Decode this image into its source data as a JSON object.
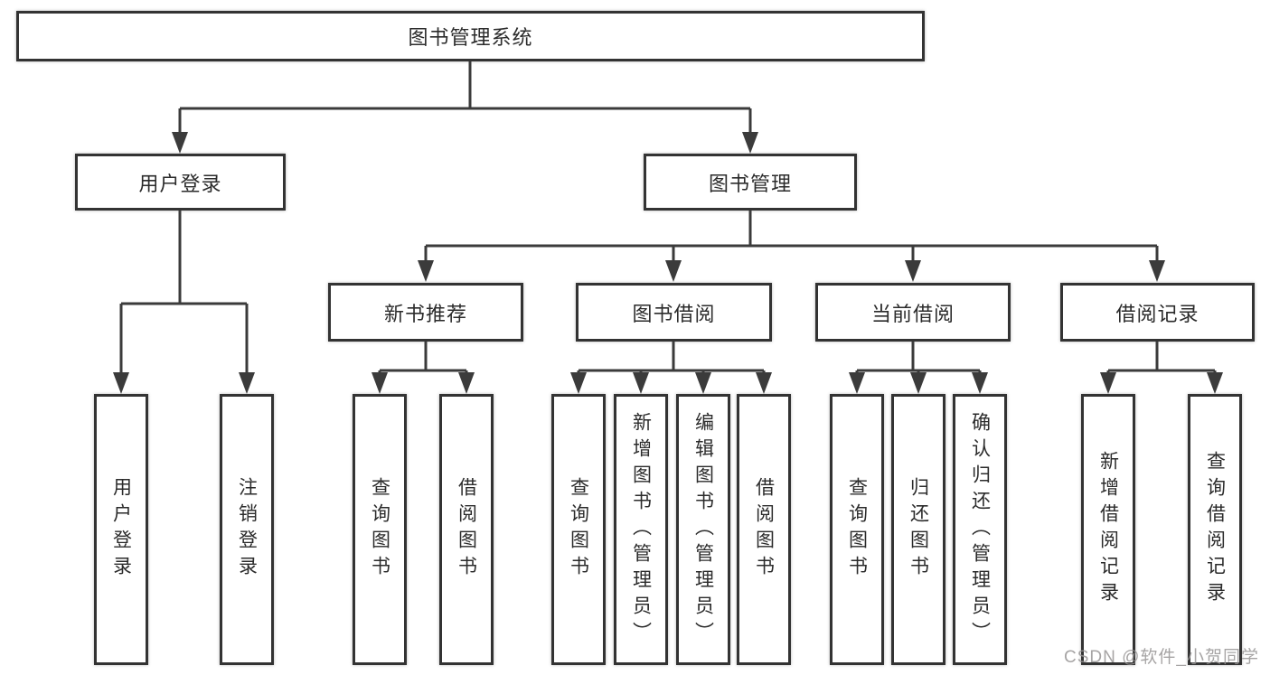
{
  "diagram": {
    "root": {
      "label": "图书管理系统"
    },
    "level2": [
      {
        "id": "user-login",
        "label": "用户登录"
      },
      {
        "id": "book-management",
        "label": "图书管理"
      }
    ],
    "level3": [
      {
        "id": "new-book-recommend",
        "label": "新书推荐"
      },
      {
        "id": "book-borrowing",
        "label": "图书借阅"
      },
      {
        "id": "current-borrowing",
        "label": "当前借阅"
      },
      {
        "id": "borrowing-records",
        "label": "借阅记录"
      }
    ],
    "leaves": [
      {
        "id": "user-login",
        "label": "用户登录"
      },
      {
        "id": "logout",
        "label": "注销登录"
      },
      {
        "id": "query-books-recommend",
        "label": "查询图书"
      },
      {
        "id": "borrow-book-recommend",
        "label": "借阅图书"
      },
      {
        "id": "query-books-borrow",
        "label": "查询图书"
      },
      {
        "id": "add-book-admin",
        "label": "新增图书（管理员）"
      },
      {
        "id": "edit-book-admin",
        "label": "编辑图书（管理员）"
      },
      {
        "id": "borrow-book",
        "label": "借阅图书"
      },
      {
        "id": "query-books-current",
        "label": "查询图书"
      },
      {
        "id": "return-book",
        "label": "归还图书"
      },
      {
        "id": "confirm-return-admin",
        "label": "确认归还（管理员）"
      },
      {
        "id": "add-borrow-record",
        "label": "新增借阅记录"
      },
      {
        "id": "query-borrow-record",
        "label": "查询借阅记录"
      }
    ]
  },
  "watermark": {
    "text": "CSDN @软件_小贺同学"
  },
  "colors": {
    "line": "#3b3b3b",
    "box_border": "#333333",
    "background": "#ffffff",
    "watermark_text": "#969494"
  }
}
